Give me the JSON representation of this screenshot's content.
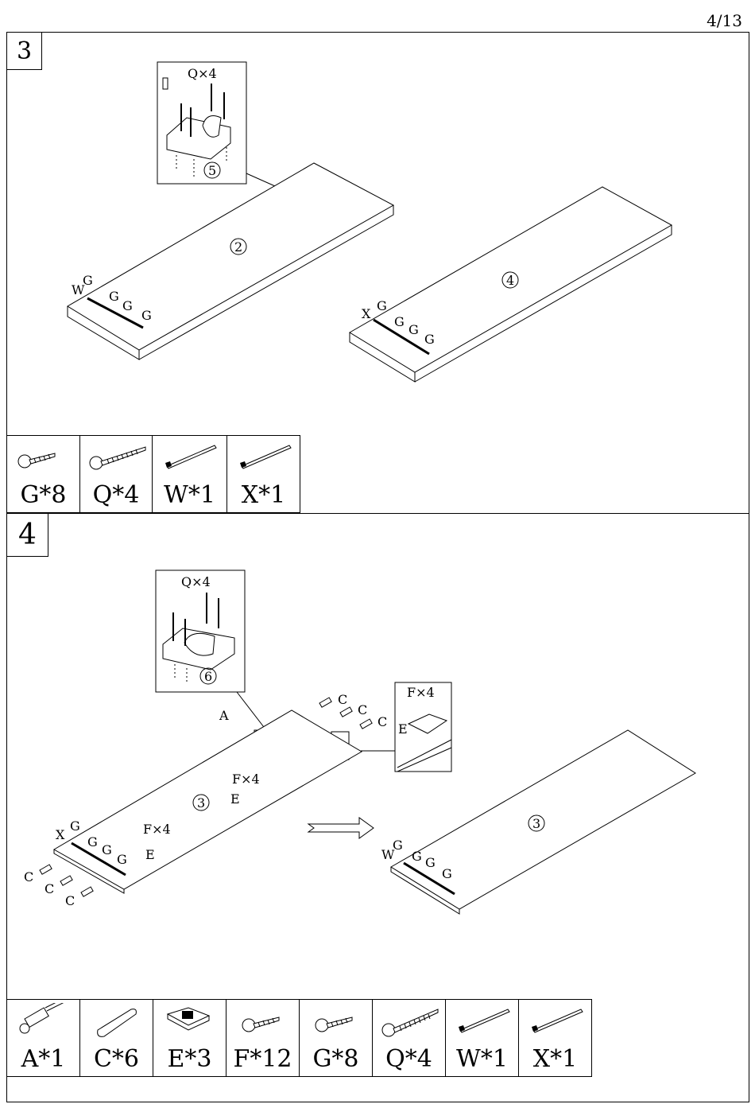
{
  "page_number": "4/13",
  "step3": {
    "number": "3",
    "callout_qty": "Q×4",
    "callout_part": "5",
    "panel_a_part": "2",
    "panel_b_part": "4",
    "labels": {
      "w": "W",
      "x": "X",
      "g": "G"
    },
    "parts": [
      {
        "icon": "wood-screw-icon",
        "label": "G*8"
      },
      {
        "icon": "long-screw-icon",
        "label": "Q*4"
      },
      {
        "icon": "hinge-strip-icon",
        "label": "W*1"
      },
      {
        "icon": "hinge-strip-icon",
        "label": "X*1"
      }
    ]
  },
  "step4": {
    "number": "4",
    "callout_qty": "Q×4",
    "callout_part": "6",
    "hinge_callout_qty": "F×4",
    "hinge_callout_e": "E",
    "panel_part": "3",
    "labels": {
      "a": "A",
      "c": "C",
      "e": "E",
      "f4": "F×4",
      "w": "W",
      "x": "X",
      "g": "G"
    },
    "parts": [
      {
        "icon": "cam-bolt-icon",
        "label": "A*1"
      },
      {
        "icon": "dowel-icon",
        "label": "C*6"
      },
      {
        "icon": "hinge-plate-icon",
        "label": "E*3"
      },
      {
        "icon": "wood-screw-icon",
        "label": "F*12"
      },
      {
        "icon": "wood-screw-icon",
        "label": "G*8"
      },
      {
        "icon": "long-screw-icon",
        "label": "Q*4"
      },
      {
        "icon": "hinge-strip-icon",
        "label": "W*1"
      },
      {
        "icon": "hinge-strip-icon",
        "label": "X*1"
      }
    ]
  }
}
